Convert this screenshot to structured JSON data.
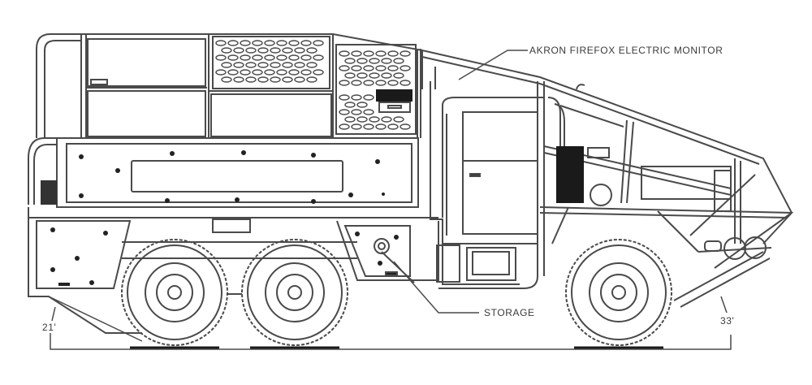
{
  "diagram": {
    "type": "technical side-elevation drawing",
    "subject": "six-wheel off-road fire apparatus",
    "callouts": [
      {
        "id": "monitor",
        "label": "AKRON FIREFOX ELECTRIC MONITOR"
      },
      {
        "id": "storage",
        "label": "STORAGE"
      }
    ],
    "dimensions": {
      "approach_angle": "33'",
      "departure_angle": "21'"
    },
    "colors": {
      "line": "#4a4a4a",
      "fill_dark": "#1a1a1a",
      "background": "#ffffff"
    }
  }
}
